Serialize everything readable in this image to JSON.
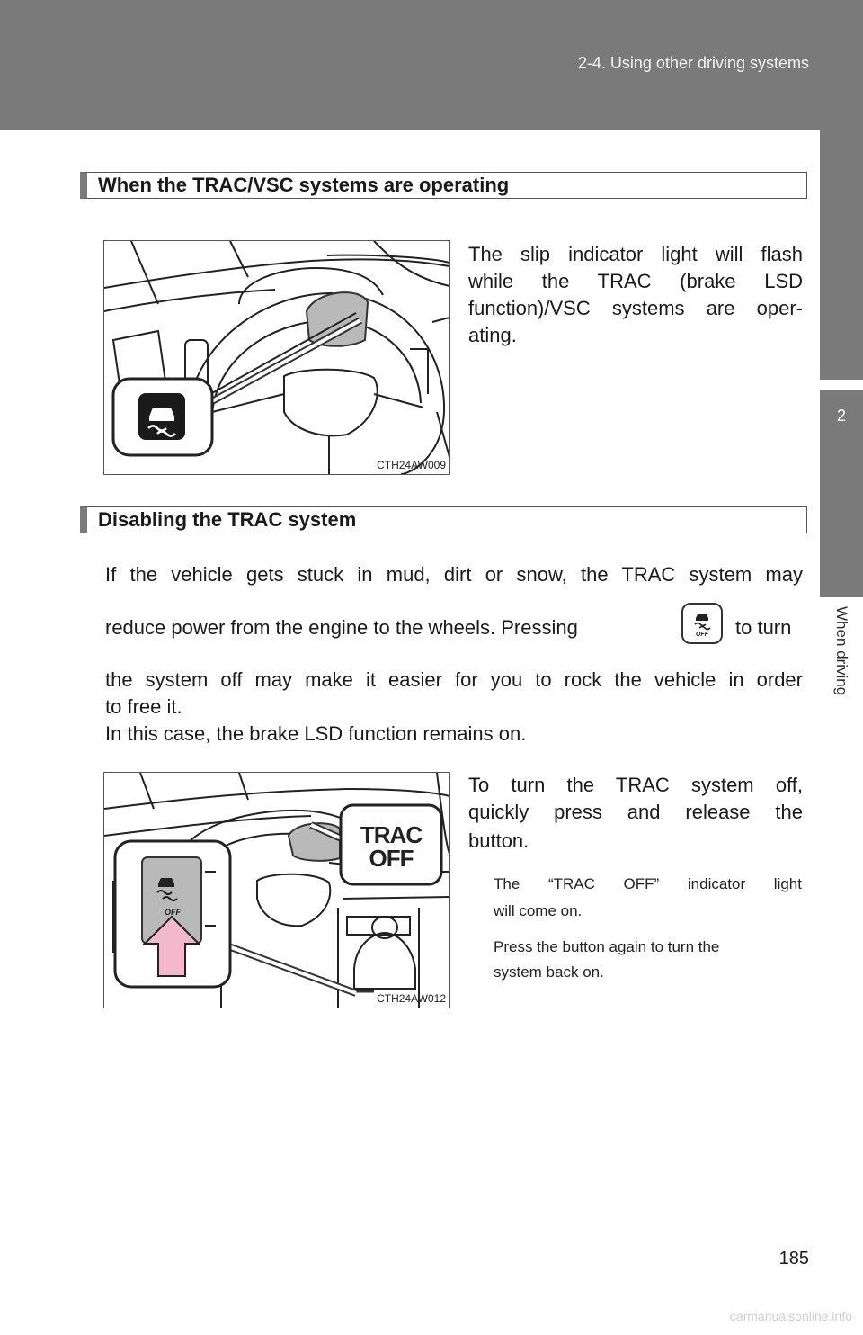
{
  "header": {
    "section": "2-4. Using other driving systems"
  },
  "side_tab": {
    "chapter_number": "2",
    "chapter_title": "When driving"
  },
  "section1": {
    "heading": "When the TRAC/VSC systems are operating",
    "figure_code": "CTH24AW009",
    "text_lines": [
      "The slip indicator light will flash",
      "while the TRAC (brake LSD",
      "function)/VSC systems are oper-",
      "ating."
    ]
  },
  "section2": {
    "heading": "Disabling the TRAC system",
    "para_line1": "If the vehicle gets stuck in mud, dirt or snow, the TRAC system may",
    "para_line2_a": "reduce power from the engine to the wheels. Pressing",
    "para_line2_b": "to turn",
    "para_line3": "the system off may make it easier for you to rock the vehicle in order",
    "para_line4": "to free it.",
    "para_line5": "In this case, the brake LSD function remains on.",
    "inline_icon_text": "OFF",
    "figure_code": "CTH24AW012",
    "callout_line1": "TRAC",
    "callout_line2": "OFF",
    "button_icon_text": "OFF",
    "text_lines": [
      "To turn the TRAC system off,",
      "quickly press and release the",
      "button."
    ],
    "note1_lines": [
      "The “TRAC OFF” indicator light",
      "will come on."
    ],
    "note2_lines": [
      "Press the button again to turn the",
      "system back on."
    ]
  },
  "footer": {
    "page_number": "185",
    "watermark": "carmanualsonline.info"
  }
}
